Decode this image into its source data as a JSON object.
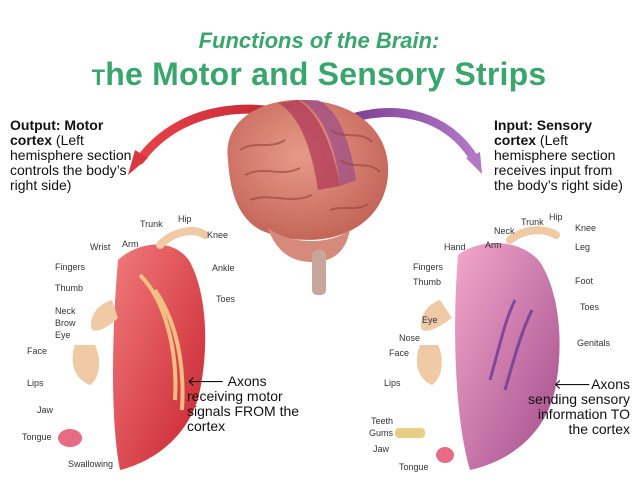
{
  "title": {
    "line1": "Functions of the Brain:",
    "line2_first": "T",
    "line2_rest": "he Motor and Sensory Strips"
  },
  "left_note": {
    "bold": "Output: Motor cortex",
    "rest": " (Left hemisphere section controls the body’s right side)"
  },
  "right_note": {
    "bold": "Input: Sensory cortex",
    "rest": " (Left hemisphere section receives input from the body’s right side)"
  },
  "motor_axons": "🡐 Axons receiving motor signals FROM the cortex",
  "sensory_axons": "🡐Axons sending sensory information TO the cortex",
  "motor_labels": [
    "Trunk",
    "Hip",
    "Knee",
    "Ankle",
    "Toes",
    "Wrist",
    "Arm",
    "Fingers",
    "Thumb",
    "Neck",
    "Brow",
    "Eye",
    "Face",
    "Lips",
    "Jaw",
    "Tongue",
    "Swallowing"
  ],
  "sensory_labels": [
    "Trunk",
    "Hip",
    "Knee",
    "Leg",
    "Foot",
    "Toes",
    "Genitals",
    "Neck",
    "Hand",
    "Arm",
    "Fingers",
    "Thumb",
    "Eye",
    "Nose",
    "Face",
    "Lips",
    "Teeth",
    "Gums",
    "Jaw",
    "Tongue"
  ],
  "colors": {
    "title": "#3aa66e",
    "motor": "#d9363e",
    "sensory": "#9b4aa6"
  }
}
